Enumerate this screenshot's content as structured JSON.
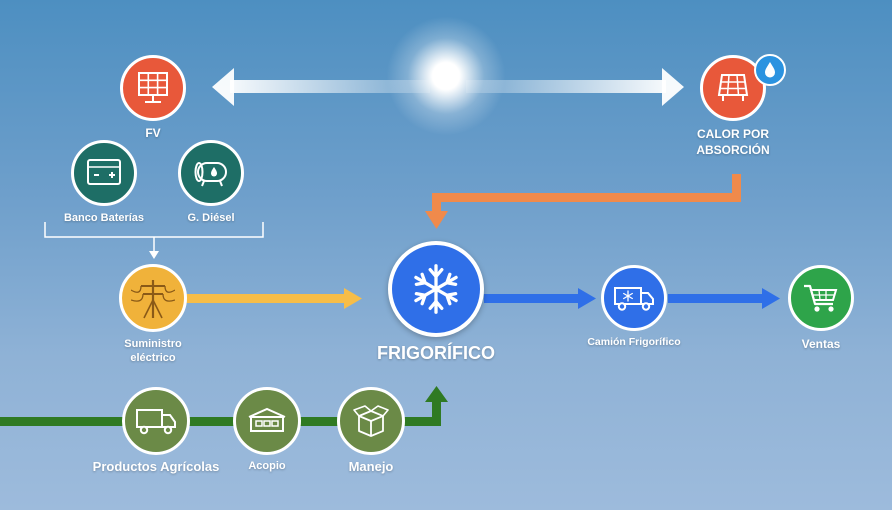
{
  "nodes": {
    "fv": "FV",
    "calor_line1": "CALOR POR",
    "calor_line2": "ABSORCIÓN",
    "banco_baterias": "Banco Baterías",
    "g_diesel": "G. Diésel",
    "suministro_line1": "Suministro",
    "suministro_line2": "eléctrico",
    "frigorifico": "FRIGORÍFICO",
    "camion": "Camión Frigorífico",
    "ventas": "Ventas",
    "productos": "Productos Agrícolas",
    "acopio": "Acopio",
    "manejo": "Manejo"
  },
  "colors": {
    "solar": "#e8583a",
    "storage": "#1e6e66",
    "supply": "#f0b23a",
    "core": "#2f6fe8",
    "sales": "#2ea44a",
    "agro": "#6b8a47",
    "orange_link": "#f08a4b",
    "yellow_link": "#f7bd48",
    "blue_link": "#2f6fe8",
    "green_link": "#2f7a23"
  },
  "icons": {
    "fv": "solar-panel-icon",
    "calor": "solar-collector-icon",
    "water_drop": "water-drop-icon",
    "banco_baterias": "battery-icon",
    "g_diesel": "fuel-tank-icon",
    "suministro": "power-pole-icon",
    "frigorifico": "snowflake-icon",
    "camion": "refrigerated-truck-icon",
    "ventas": "shopping-cart-icon",
    "productos": "delivery-truck-icon",
    "acopio": "warehouse-icon",
    "manejo": "box-icon",
    "sun": "sun-icon"
  }
}
